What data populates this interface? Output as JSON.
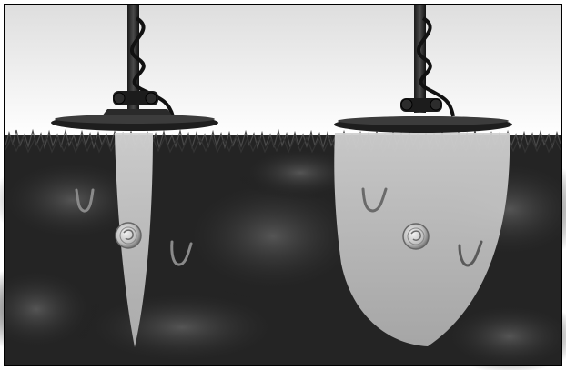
{
  "scene": {
    "colors": {
      "sky_top": "#e8e8e8",
      "sky_bottom": "#ffffff",
      "soil_dark": "#141414",
      "soil_mid": "#3a3a3a",
      "grass": "#5a5a5a",
      "field": "#c9c9c9",
      "frame": "#000000"
    },
    "detectors": [
      {
        "id": "left",
        "coil": "narrow"
      },
      {
        "id": "right",
        "coil": "wide"
      }
    ],
    "icons": [
      "metal-detector-icon",
      "coin-icon",
      "nail-icon"
    ]
  }
}
